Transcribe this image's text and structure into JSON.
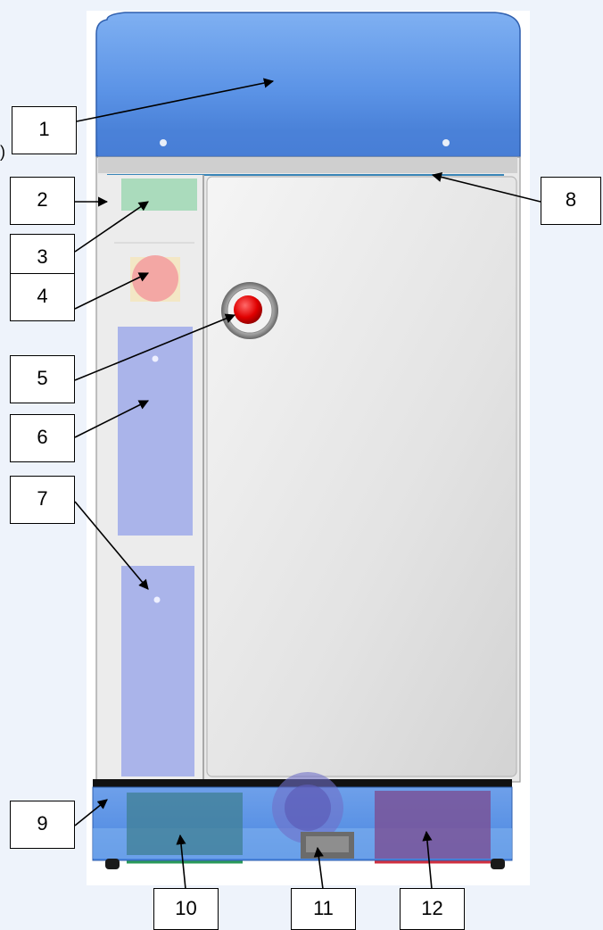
{
  "figure": {
    "callout_labels": [
      "1",
      "2",
      "3",
      "4",
      "5",
      "6",
      "7",
      "8",
      "9",
      "10",
      "11",
      "12"
    ],
    "stray_mark": ")",
    "colors": {
      "background": "#eef3fb",
      "top_cover": "#5b93e6",
      "cabinet_body": "#e6e6e6",
      "door_panel": "#d9d9d9",
      "translucent_panels": "#9aa6ea",
      "bottom_base": "#4a86e0",
      "emergency_button": "#e00000",
      "arrow": "#000000"
    }
  }
}
